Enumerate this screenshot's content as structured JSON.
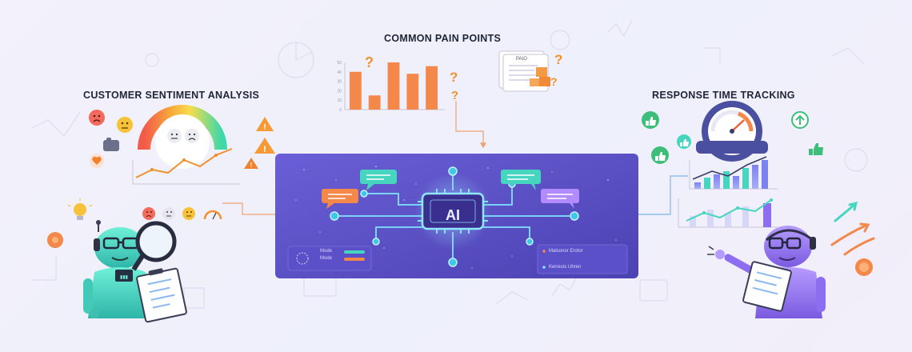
{
  "labels": {
    "common_pain_points": "COMMON PAIN POINTS",
    "customer_sentiment_analysis": "CUSTOMER SENTIMENT ANALYSIS",
    "response_time_tracking": "RESPONSE TIME TRACKING"
  },
  "ai_panel": {
    "chip_label": "AI",
    "left_legend": [
      "Mode",
      "Mode"
    ],
    "right_rows": [
      "Malsonor Erotor",
      "Kerrests Uhren"
    ]
  },
  "document_label": "PAIO",
  "chart_data": [
    {
      "type": "bar",
      "categories": [
        "",
        "",
        "",
        "",
        ""
      ],
      "values": [
        40,
        15,
        50,
        38,
        46
      ],
      "ylim": [
        0,
        50
      ],
      "yticks": [
        0,
        10,
        20,
        30,
        40,
        50
      ]
    }
  ],
  "colors": {
    "panel": "#5b4fc4",
    "accent_orange": "#f4874a",
    "accent_teal": "#46d6c0",
    "accent_purple": "#8d6ef0",
    "accent_green": "#3dbf7a",
    "text_dark": "#1f2437"
  },
  "icons": [
    "angry-face-icon",
    "neutral-face-icon",
    "sad-face-icon",
    "thumbs-up-icon",
    "warning-icon",
    "heart-icon",
    "lightbulb-icon",
    "magnifier-icon",
    "clipboard-icon",
    "stopwatch-icon",
    "question-mark-icon",
    "document-icon",
    "chat-bubble-icon",
    "ai-chip-icon",
    "robot-icon",
    "trend-arrow-icon"
  ]
}
